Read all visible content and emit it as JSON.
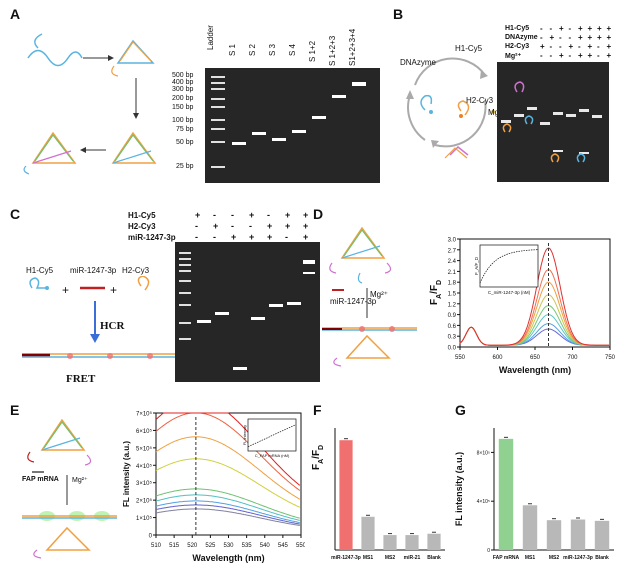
{
  "panels": {
    "A": {
      "label": "A",
      "gel": {
        "lanes": [
          "Ladder",
          "S 1",
          "S 2",
          "S 3",
          "S 4",
          "S 1+2",
          "S 1+2+3",
          "S1+2+3+4"
        ],
        "ladder_marks": [
          "500 bp",
          "400 bp",
          "300 bp",
          "200 bp",
          "150 bp",
          "100 bp",
          "75 bp",
          "50 bp",
          "25 bp"
        ]
      }
    },
    "B": {
      "label": "B",
      "scheme": {
        "dnazyme": "DNAzyme",
        "h1": "H1-Cy5",
        "h2": "H2-Cy3",
        "ion": "Mg²⁺"
      },
      "table": {
        "rows": [
          {
            "name": "H1-Cy5",
            "signs": [
              "-",
              "-",
              "+",
              "-",
              "+",
              "+",
              "+",
              "+"
            ]
          },
          {
            "name": "DNAzyme",
            "signs": [
              "-",
              "+",
              "-",
              "-",
              "+",
              "+",
              "+",
              "+"
            ]
          },
          {
            "name": "H2-Cy3",
            "signs": [
              "+",
              "-",
              "-",
              "+",
              "-",
              "+",
              "-",
              "+"
            ]
          },
          {
            "name": "Mg²⁺",
            "signs": [
              "-",
              "-",
              "+",
              "-",
              "+",
              "+",
              "-",
              "+"
            ]
          }
        ]
      }
    },
    "C": {
      "label": "C",
      "scheme": {
        "h1": "H1-Cy5",
        "mir": "miR-1247-3p",
        "h2": "H2-Cy3",
        "hcr": "HCR",
        "fret": "FRET",
        "plus": "+"
      },
      "table": {
        "rows": [
          {
            "name": "H1-Cy5",
            "signs": [
              "+",
              "-",
              "-",
              "+",
              "-",
              "+",
              "+"
            ]
          },
          {
            "name": "H2-Cy3",
            "signs": [
              "-",
              "+",
              "-",
              "-",
              "+",
              "+",
              "+"
            ]
          },
          {
            "name": "miR-1247-3p",
            "signs": [
              "-",
              "-",
              "+",
              "+",
              "+",
              "-",
              "+"
            ]
          }
        ]
      }
    },
    "D": {
      "label": "D",
      "scheme": {
        "target": "miR-1247-3p",
        "ion": "Mg²⁺"
      },
      "chart_data": {
        "type": "line",
        "xlabel": "Wavelength (nm)",
        "ylabel": "F_A/F_D",
        "ylabel_main": "F",
        "ylabel_sub1": "A",
        "ylabel_sep": "/F",
        "ylabel_sub2": "D",
        "xlim": [
          550,
          750
        ],
        "ylim": [
          0,
          3.0
        ],
        "xticks": [
          550,
          600,
          650,
          700,
          750
        ],
        "yticks": [
          "0.0",
          "0.3",
          "0.6",
          "0.9",
          "1.2",
          "1.5",
          "1.8",
          "2.1",
          "2.4",
          "2.7",
          "3.0"
        ],
        "peak_x": 668,
        "donor_peak_x": 565,
        "series_colors": [
          "#6b6bd8",
          "#5aa0e0",
          "#5ac8c8",
          "#78c878",
          "#c8c850",
          "#f0a040",
          "#f07050",
          "#e03030"
        ],
        "peak_values": [
          0.45,
          0.6,
          0.85,
          1.1,
          1.4,
          1.75,
          2.1,
          2.7
        ],
        "inset": {
          "xlabel": "C_miR-1247-3p (nM)",
          "ylabel": "F_A/F_D",
          "xticks": [
            "0",
            "20",
            "40",
            "60",
            "80",
            "100",
            "120"
          ],
          "yticks": [
            "0.5",
            "1.0",
            "1.5",
            "2.0",
            "2.5"
          ]
        }
      }
    },
    "E": {
      "label": "E",
      "scheme": {
        "target": "FAP mRNA",
        "ion": "Mg²⁺"
      },
      "chart_data": {
        "type": "line",
        "xlabel": "Wavelength (nm)",
        "ylabel": "FL intensity (a.u.)",
        "xlim": [
          510,
          550
        ],
        "xticks": [
          510,
          515,
          520,
          525,
          530,
          535,
          540,
          545,
          550
        ],
        "yticks": [
          "0",
          "1×10⁵",
          "2×10⁵",
          "3×10⁵",
          "4×10⁵",
          "5×10⁵",
          "6×10⁵",
          "7×10⁵"
        ],
        "ylim": [
          0,
          700000
        ],
        "peak_x": 521,
        "series_colors": [
          "#8080a0",
          "#6060d0",
          "#50a0e0",
          "#50c0c0",
          "#70c070",
          "#d0d040",
          "#f0a040",
          "#f06040",
          "#e02020"
        ],
        "peak_values": [
          130000,
          150000,
          170000,
          200000,
          230000,
          380000,
          490000,
          610000,
          680000
        ],
        "inset": {
          "xlabel": "C_FAP mRNA (nM)",
          "ylabel": "FL intensity"
        }
      }
    },
    "F": {
      "label": "F",
      "chart_data": {
        "type": "bar",
        "ylabel": "F_A/F_D",
        "categories": [
          "miR-1247-3p",
          "MS1",
          "MS2",
          "miR-21",
          "Blank"
        ],
        "values": [
          1.62,
          0.49,
          0.22,
          0.22,
          0.24
        ],
        "colors": [
          "#f07070",
          "#b8b8b8",
          "#b8b8b8",
          "#b8b8b8",
          "#b8b8b8"
        ],
        "ylim": [
          0,
          1.8
        ]
      }
    },
    "G": {
      "label": "G",
      "chart_data": {
        "type": "bar",
        "ylabel": "FL intensity (a.u.)",
        "categories": [
          "FAP mRNA",
          "MS1",
          "MS2",
          "miR-1247-3p",
          "Blank"
        ],
        "values": [
          820000,
          330000,
          220000,
          225000,
          215000
        ],
        "colors": [
          "#90d090",
          "#b8b8b8",
          "#b8b8b8",
          "#b8b8b8",
          "#b8b8b8"
        ],
        "ylim": [
          0,
          900000
        ],
        "yticks": [
          "0",
          "4×10⁵",
          "8×10⁵"
        ]
      }
    }
  }
}
